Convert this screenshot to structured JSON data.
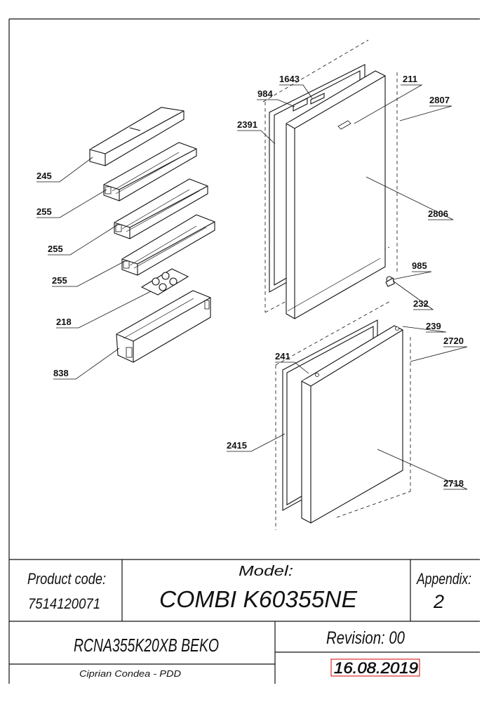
{
  "callouts": {
    "c245": "245",
    "c255a": "255",
    "c255b": "255",
    "c255c": "255",
    "c218": "218",
    "c838": "838",
    "c984": "984",
    "c1643": "1643",
    "c211": "211",
    "c2807": "2807",
    "c2391": "2391",
    "c2806": "2806",
    "c985": "985",
    "c232": "232",
    "c239": "239",
    "c2720": "2720",
    "c241": "241",
    "c2415": "2415",
    "c2718": "2718"
  },
  "title_block": {
    "product_code_label": "Product code:",
    "product_code": "7514120071",
    "model_label": "Model:",
    "model": "COMBI K60355NE",
    "appendix_label": "Appendix:",
    "appendix": "2",
    "variant": "RCNA355K20XB BEKO",
    "revision": "Revision: 00",
    "author": "Ciprian Condea - PDD",
    "date": "16.08.2019"
  },
  "colors": {
    "line": "#111111",
    "date_box": "#d40000"
  }
}
